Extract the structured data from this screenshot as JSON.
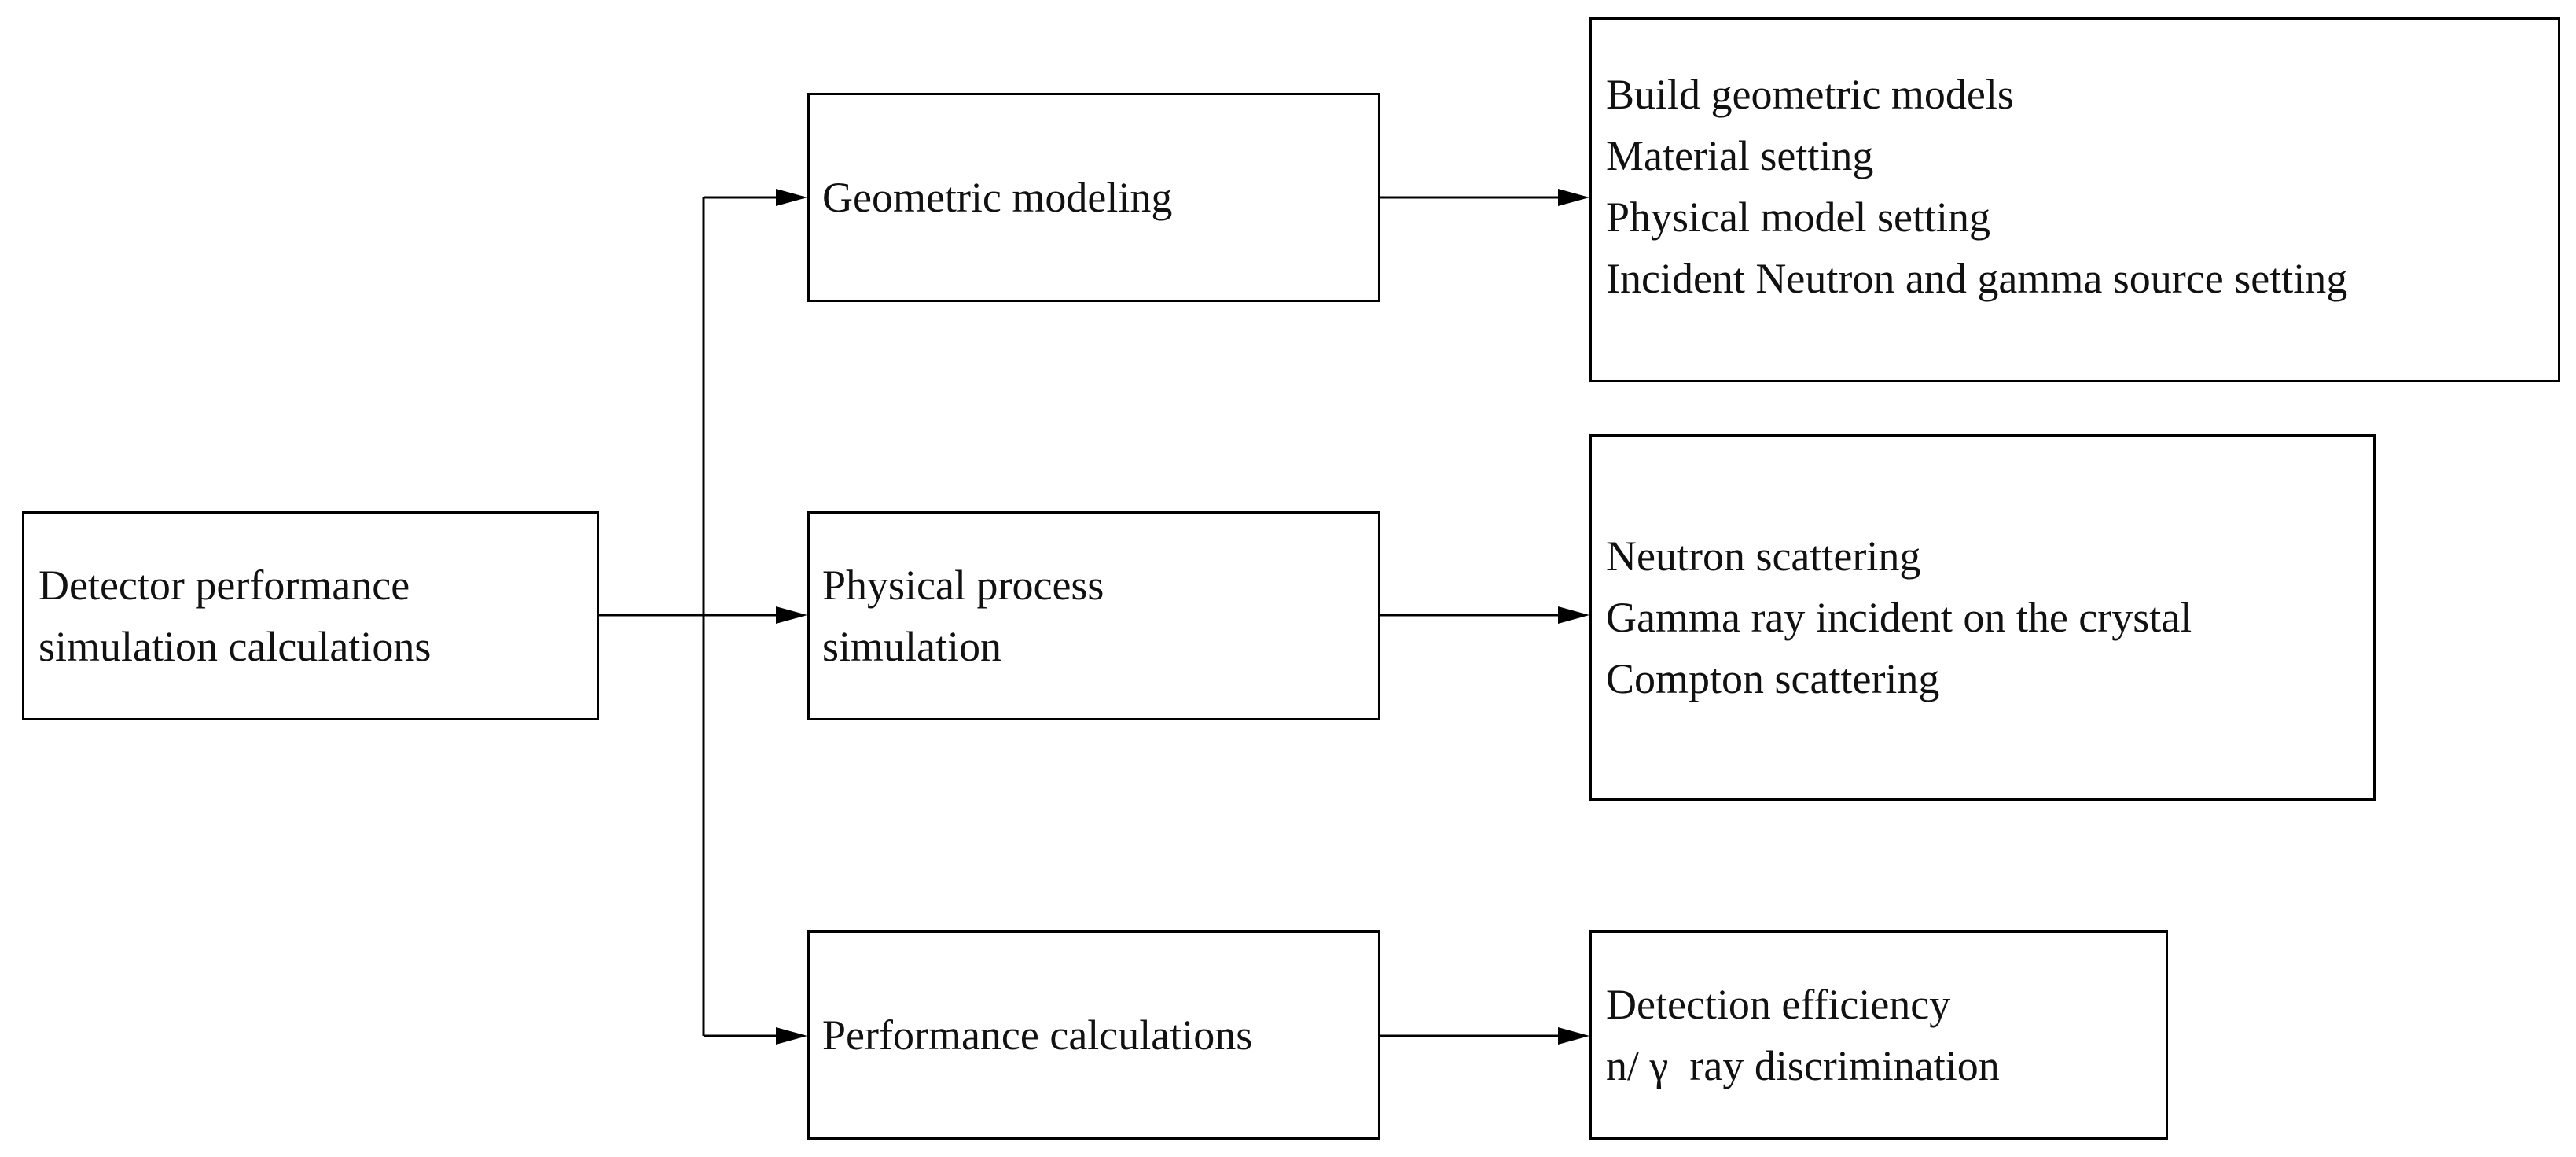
{
  "colors": {
    "line": "#000000",
    "text": "#111111",
    "background": "#ffffff"
  },
  "root": {
    "lines": [
      "Detector performance",
      "simulation calculations"
    ]
  },
  "steps": [
    {
      "label_lines": [
        "Geometric modeling"
      ],
      "details": [
        "Build geometric models",
        "Material setting",
        "Physical model setting",
        "Incident Neutron and gamma source setting"
      ]
    },
    {
      "label_lines": [
        "Physical process",
        "simulation"
      ],
      "details": [
        "Neutron scattering",
        "Gamma ray incident on the crystal",
        "Compton scattering"
      ]
    },
    {
      "label_lines": [
        "Performance calculations"
      ],
      "details": [
        "Detection efficiency",
        "n/ γ  ray discrimination"
      ]
    }
  ]
}
